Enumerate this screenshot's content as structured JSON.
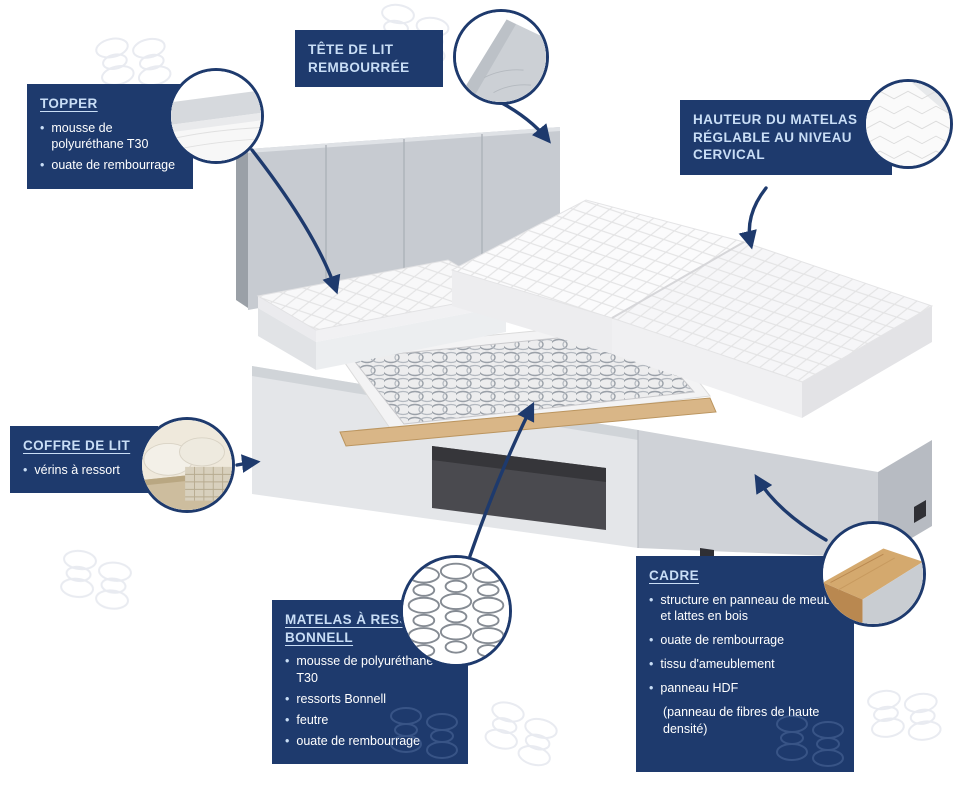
{
  "ui": {
    "bullet": "•"
  },
  "colors": {
    "navy": "#1e3a6d",
    "title_text": "#c9def6",
    "body_text": "#ffffff",
    "wood": "#d9b687",
    "mattress_white": "#f7f7f8",
    "bed_gray": "#c7cbd1"
  },
  "callouts": {
    "topper": {
      "title": "TOPPER",
      "items": [
        "mousse de polyuréthane T30",
        "ouate de rembourrage"
      ]
    },
    "tete_de_lit": {
      "title": "TÊTE DE LIT REMBOURRÉE"
    },
    "hauteur": {
      "title": "HAUTEUR DU MATELAS RÉGLABLE AU NIVEAU CERVICAL"
    },
    "coffre": {
      "title": "COFFRE DE LIT",
      "items": [
        "vérins à ressort"
      ]
    },
    "matelas": {
      "title": "MATELAS À RESSORTS BONNELL",
      "items": [
        "mousse de polyuréthane T30",
        "ressorts Bonnell",
        "feutre",
        "ouate de rembourrage"
      ]
    },
    "cadre": {
      "title": "CADRE",
      "items": [
        "structure en panneau de meuble et lattes en bois",
        "ouate de rembourrage",
        "tissu d'ameublement",
        "panneau HDF"
      ],
      "note": "(panneau de fibres de haute densité)"
    }
  }
}
